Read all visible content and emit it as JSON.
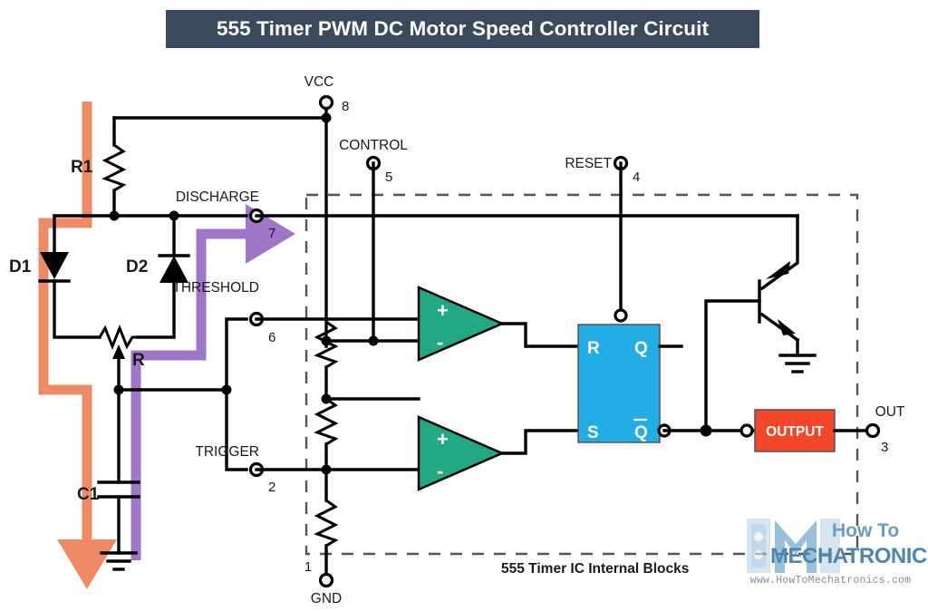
{
  "title": "555 Timer PWM DC Motor Speed Controller Circuit",
  "caption": "555 Timer IC Internal Blocks",
  "watermark": {
    "line1": "How To",
    "line2": "MECHATRONICS",
    "url": "www.HowToMechatronics.com"
  },
  "colors": {
    "title_bar": "#3a4a5c",
    "comparator": "#22a883",
    "flipflop": "#22aee5",
    "output_block": "#f4462a",
    "arrow_charge": "#ee8a66",
    "arrow_discharge": "#a077c8",
    "wire": "#000000",
    "background": "#ffffff"
  },
  "pins": [
    {
      "name": "VCC",
      "number": "8"
    },
    {
      "name": "CONTROL",
      "number": "5"
    },
    {
      "name": "RESET",
      "number": "4"
    },
    {
      "name": "DISCHARGE",
      "number": "7"
    },
    {
      "name": "THRESHOLD",
      "number": "6"
    },
    {
      "name": "TRIGGER",
      "number": "2"
    },
    {
      "name": "GND",
      "number": "1"
    },
    {
      "name": "OUT",
      "number": "3"
    }
  ],
  "external_components": [
    {
      "label": "R1",
      "type": "resistor"
    },
    {
      "label": "D1",
      "type": "diode"
    },
    {
      "label": "D2",
      "type": "diode"
    },
    {
      "label": "R",
      "type": "potentiometer"
    },
    {
      "label": "C1",
      "type": "capacitor"
    }
  ],
  "internal_blocks": {
    "comparator_upper": {
      "plus": "+",
      "minus": "-"
    },
    "comparator_lower": {
      "plus": "+",
      "minus": "-"
    },
    "flipflop": {
      "r": "R",
      "q": "Q",
      "s": "S",
      "qbar": "Q"
    },
    "output": "OUTPUT"
  }
}
